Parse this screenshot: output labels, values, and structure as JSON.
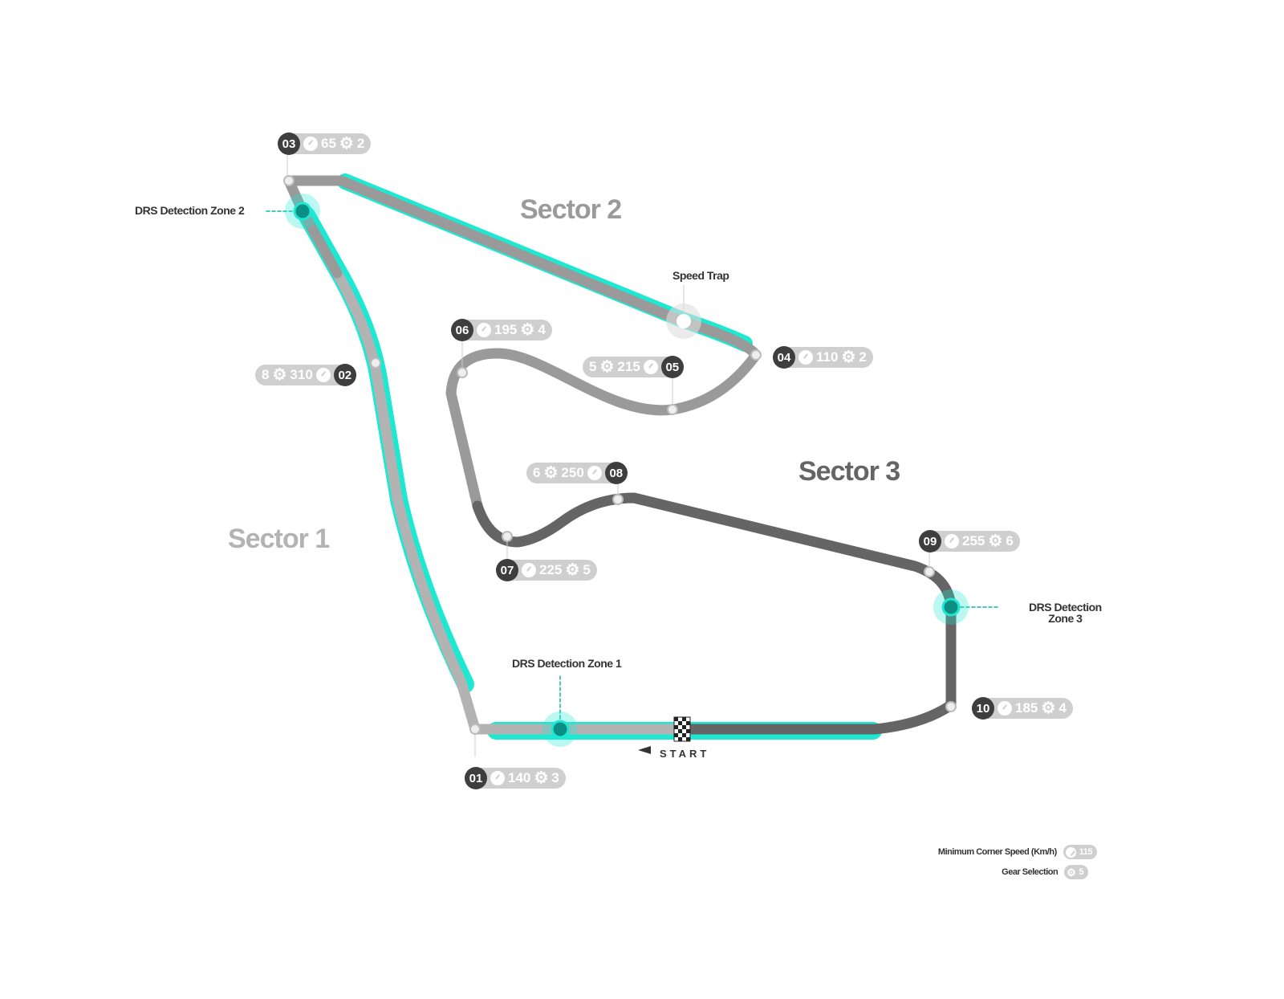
{
  "sectors": [
    "Sector 1",
    "Sector 2",
    "Sector 3"
  ],
  "labels": {
    "drs1": "DRS Detection Zone 1",
    "drs2": "DRS Detection Zone 2",
    "drs3_line1": "DRS Detection",
    "drs3_line2": "Zone 3",
    "speed_trap": "Speed Trap",
    "start": "START"
  },
  "corners": [
    {
      "num": "01",
      "speed": "140",
      "gear": "3"
    },
    {
      "num": "02",
      "speed": "310",
      "gear": "8"
    },
    {
      "num": "03",
      "speed": "65",
      "gear": "2"
    },
    {
      "num": "04",
      "speed": "110",
      "gear": "2"
    },
    {
      "num": "05",
      "speed": "215",
      "gear": "5"
    },
    {
      "num": "06",
      "speed": "195",
      "gear": "4"
    },
    {
      "num": "07",
      "speed": "225",
      "gear": "5"
    },
    {
      "num": "08",
      "speed": "250",
      "gear": "6"
    },
    {
      "num": "09",
      "speed": "255",
      "gear": "6"
    },
    {
      "num": "10",
      "speed": "185",
      "gear": "4"
    }
  ],
  "legend": {
    "speed_label": "Minimum Corner Speed (Km/h)",
    "speed_example": "115",
    "gear_label": "Gear Selection",
    "gear_example": "5"
  },
  "colors": {
    "drs": "#1de9d2",
    "sector1": "#b3b3b3",
    "sector2": "#9a9a9a",
    "sector3": "#656565",
    "badge": "#3e3e3e"
  }
}
